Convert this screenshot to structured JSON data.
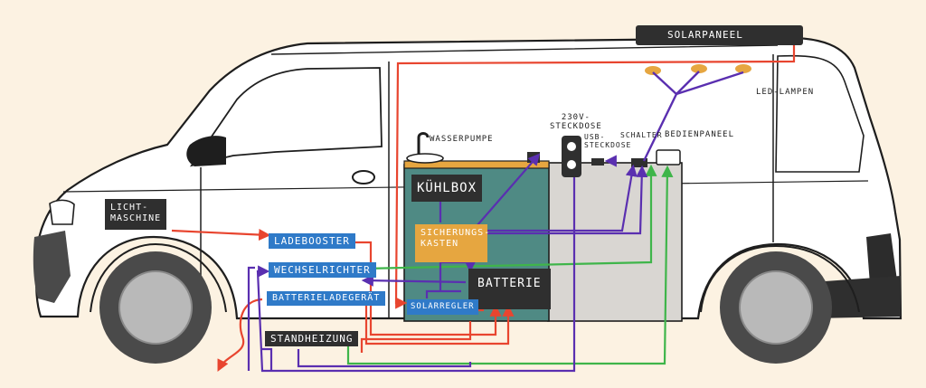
{
  "labels": {
    "solar_panel": "SOLARPANEEL",
    "led": "LED-LAMPEN",
    "wasserpumpe": "WASSERPUMPE",
    "steckdose_230": "230V-\nSTECKDOSE",
    "usb": "USB-\nSTECKDOSE",
    "schalter": "SCHALTER",
    "bedienpaneel": "BEDIENPANEEL",
    "kuehlbox": "KÜHLBOX",
    "sicherung": "SICHERUNGS-\nKASTEN",
    "batterie": "BATTERIE",
    "solarregler": "SOLARREGLER",
    "lichtmaschine": "LICHT-\nMASCHINE",
    "ladebooster": "LADEBOOSTER",
    "wechselrichter": "WECHSELRICHTER",
    "batterieladegeraet": "BATTERIELADEGERÄT",
    "standheizung": "STANDHEIZUNG"
  },
  "colors": {
    "red": "#e8452f",
    "purple": "#5a2fb0",
    "green": "#3fb54a",
    "blue": "#2f7ac8",
    "orange": "#e6a640",
    "dark": "#2f2f2f",
    "teal": "#4f8a84",
    "cabinet": "#d9d6d2"
  }
}
